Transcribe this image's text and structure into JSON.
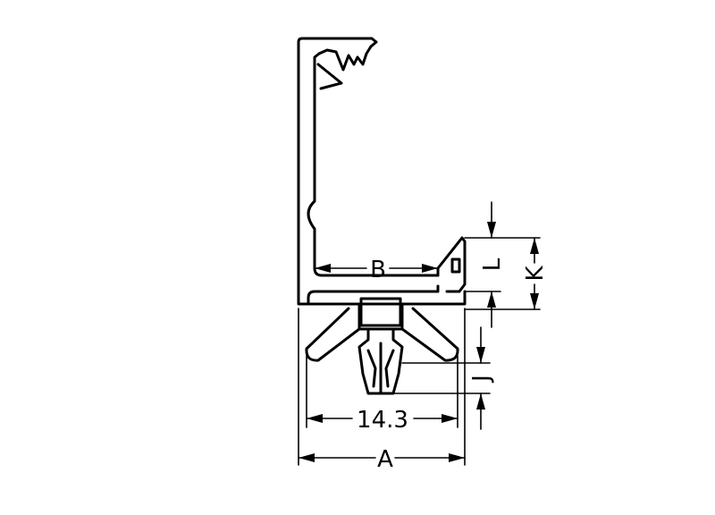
{
  "dimensions": {
    "a": "A",
    "b": "B",
    "clip_width": "14.3",
    "j": "J",
    "k": "K",
    "l": "L"
  }
}
